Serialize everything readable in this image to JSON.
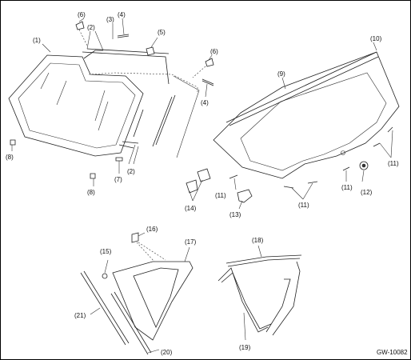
{
  "diagram": {
    "code": "GW-10082",
    "callouts": {
      "c1": "(1)",
      "c2a": "(2)",
      "c2b": "(2)",
      "c3": "(3)",
      "c4a": "(4)",
      "c4b": "(4)",
      "c5": "(5)",
      "c6a": "(6)",
      "c6b": "(6)",
      "c7": "(7)",
      "c8a": "(8)",
      "c8b": "(8)",
      "c9": "(9)",
      "c10": "(10)",
      "c11a": "(11)",
      "c11b": "(11)",
      "c11c": "(11)",
      "c11d": "(11)",
      "c12": "(12)",
      "c13": "(13)",
      "c14": "(14)",
      "c15": "(15)",
      "c16": "(16)",
      "c17": "(17)",
      "c18": "(18)",
      "c19": "(19)",
      "c20": "(20)",
      "c21": "(21)"
    }
  }
}
